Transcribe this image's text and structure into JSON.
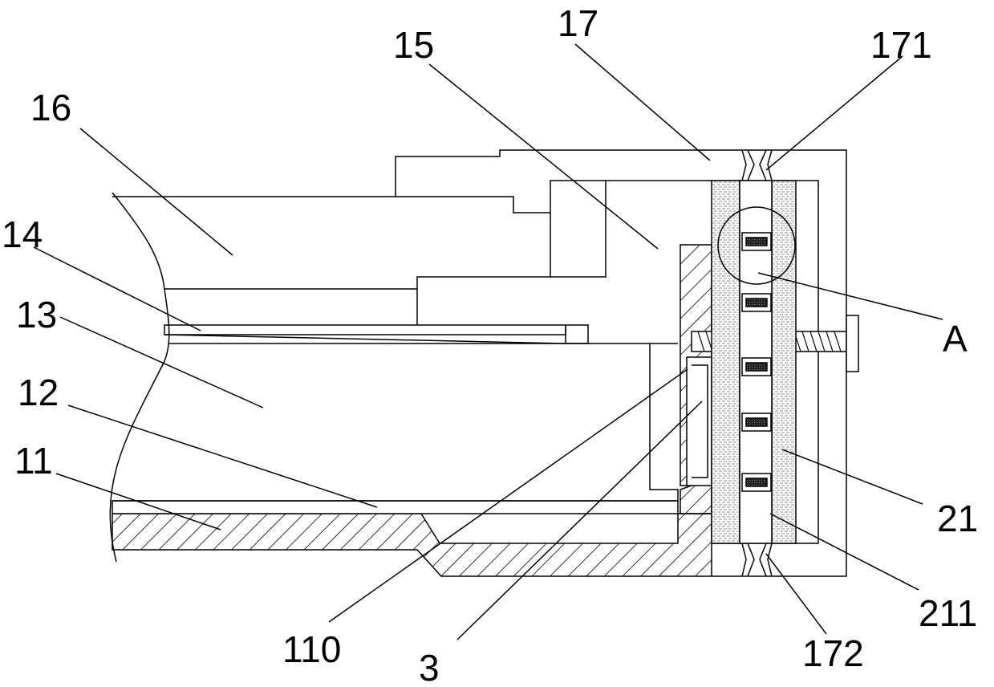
{
  "labels": {
    "l17": "17",
    "l171": "171",
    "l15": "15",
    "l16": "16",
    "l14": "14",
    "l13": "13",
    "l12": "12",
    "l11": "11",
    "lA": "A",
    "l21": "21",
    "l211": "211",
    "l110": "110",
    "l3": "3",
    "l172": "172"
  }
}
